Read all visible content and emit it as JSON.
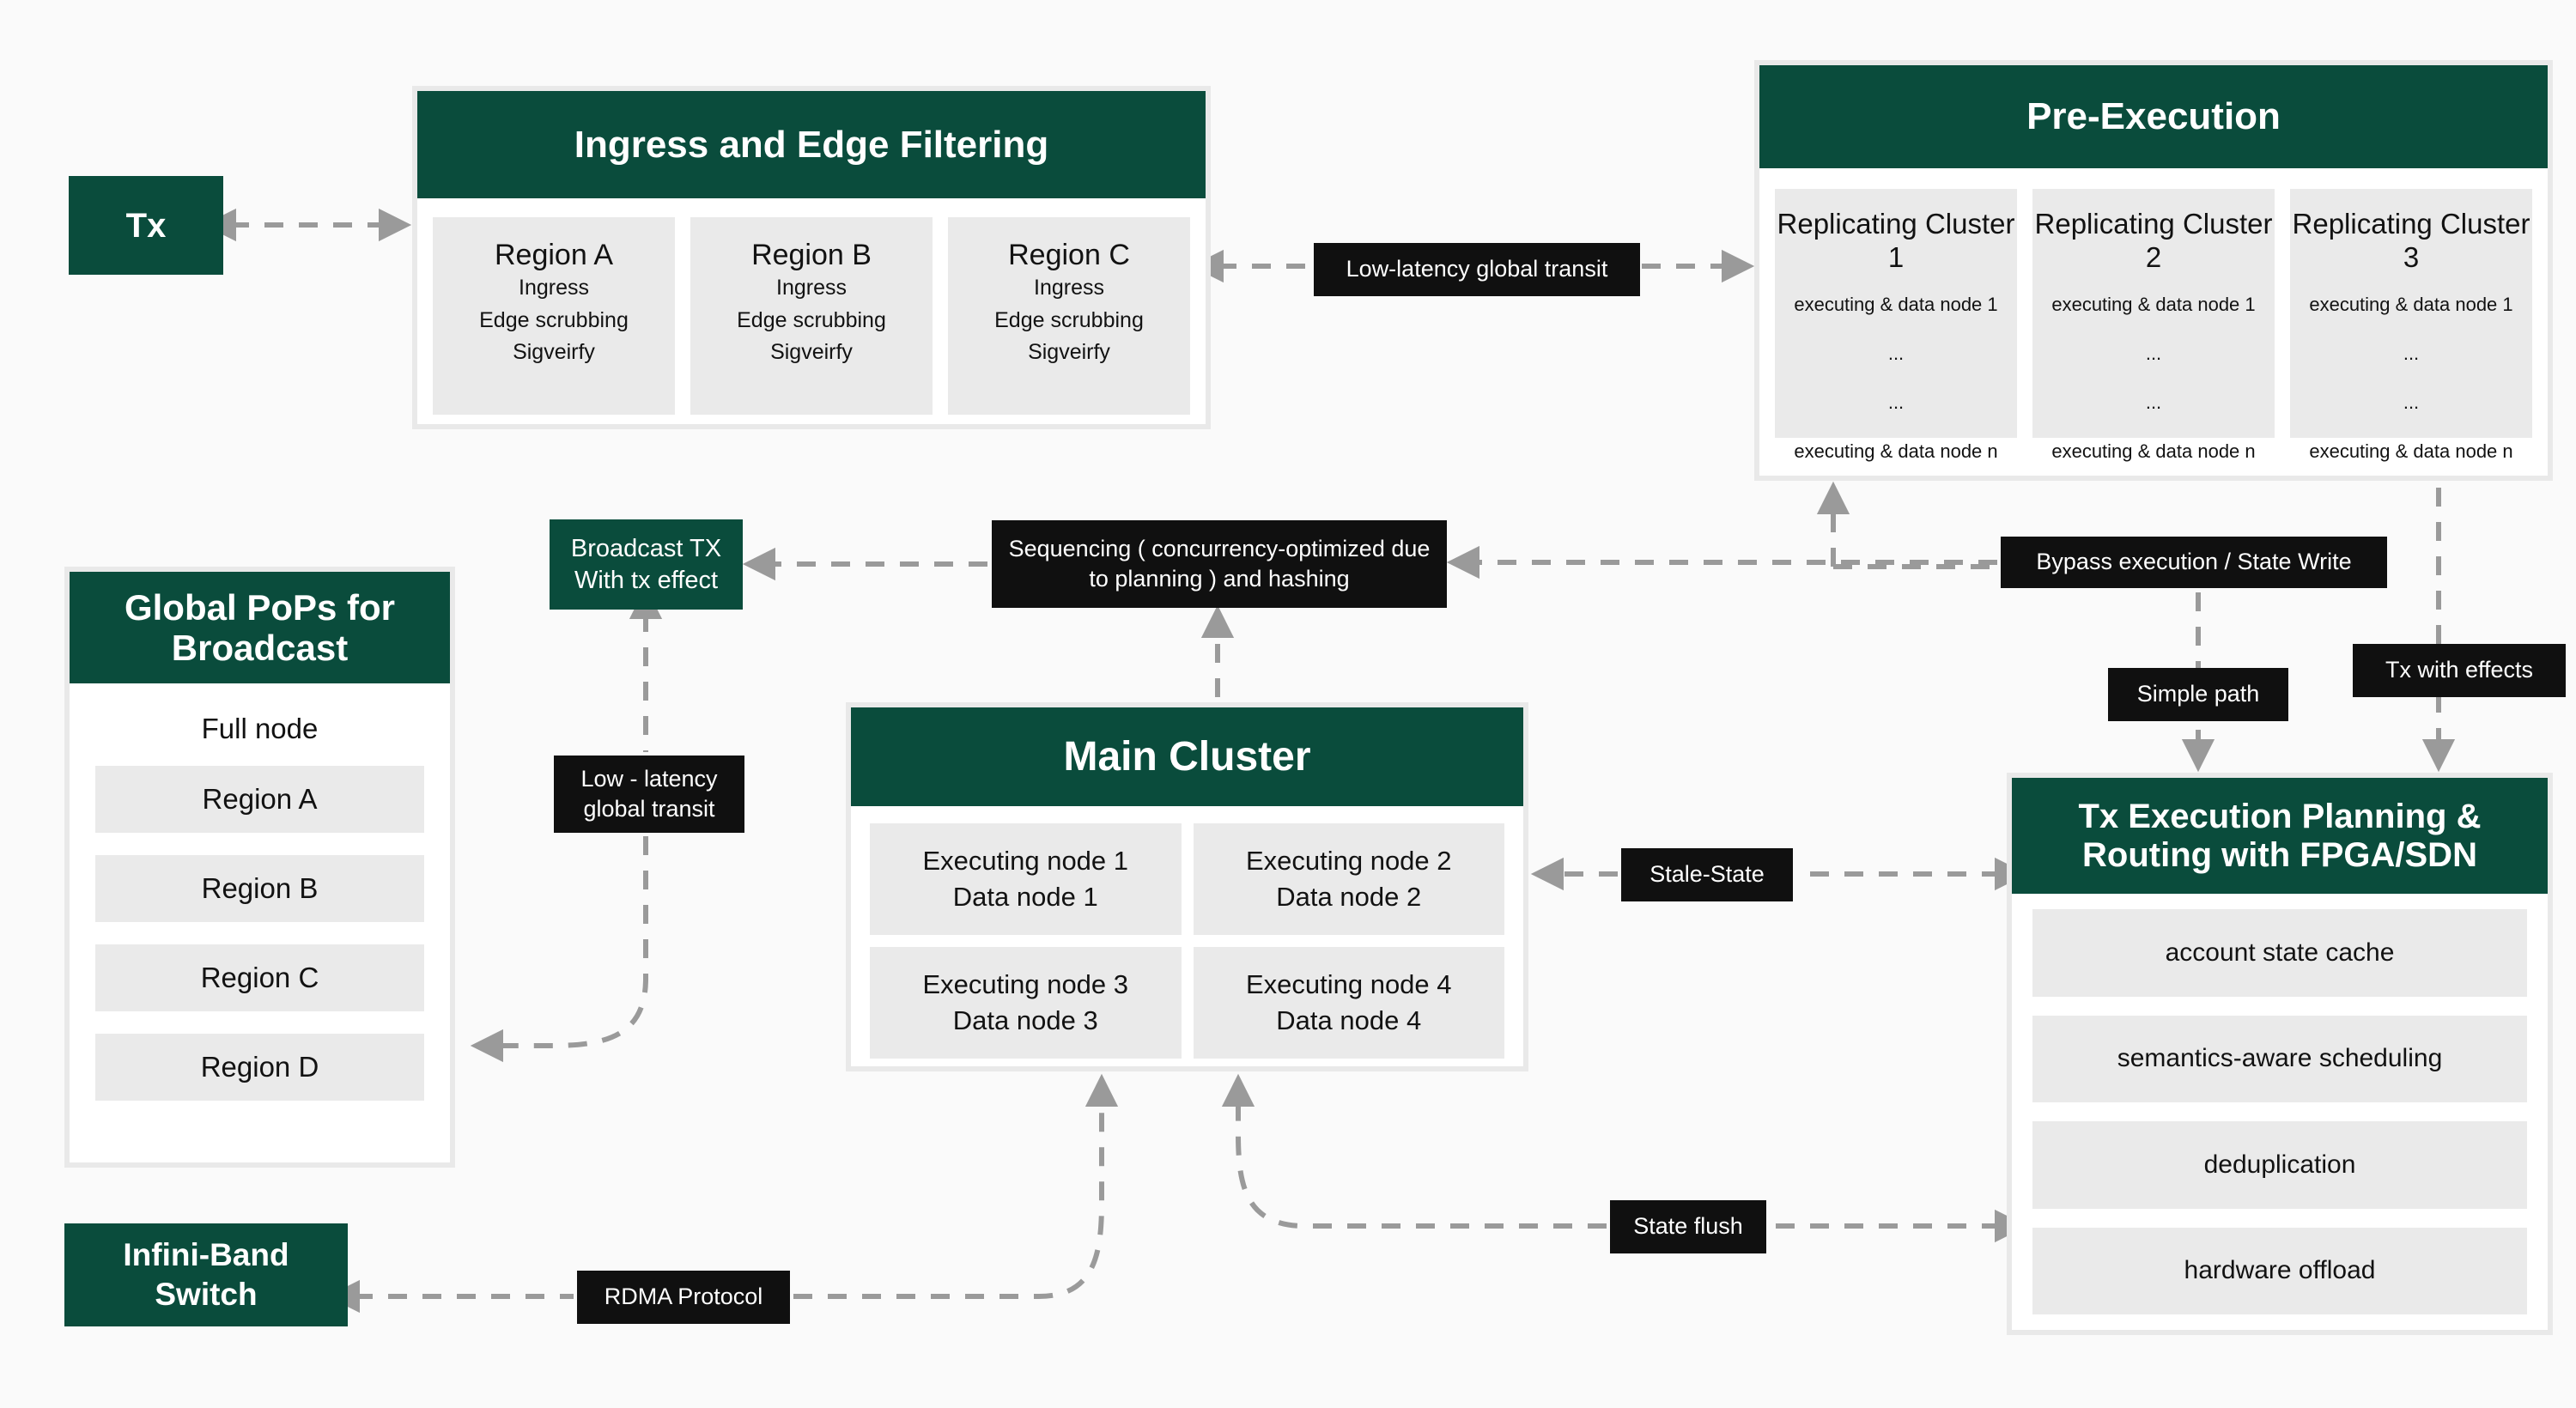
{
  "theme": {
    "green": "#0a4c3c",
    "black": "#101010",
    "grey_cell": "#eaeaea",
    "panel_border": "#e9e9e9",
    "wire": "#9a9a9a",
    "background": "#fafafa"
  },
  "tx_source": {
    "label": "Tx"
  },
  "ingress": {
    "title": "Ingress and Edge Filtering",
    "regions": [
      {
        "title": "Region A",
        "lines": [
          "Ingress",
          "Edge scrubbing",
          "Sigveirfy"
        ]
      },
      {
        "title": "Region B",
        "lines": [
          "Ingress",
          "Edge scrubbing",
          "Sigveirfy"
        ]
      },
      {
        "title": "Region C",
        "lines": [
          "Ingress",
          "Edge scrubbing",
          "Sigveirfy"
        ]
      }
    ]
  },
  "pre_execution": {
    "title": "Pre-Execution",
    "clusters": [
      {
        "title": "Replicating Cluster 1",
        "nodes": [
          "executing & data node 1",
          "...",
          "...",
          "executing & data node n"
        ]
      },
      {
        "title": "Replicating Cluster 2",
        "nodes": [
          "executing & data node 1",
          "...",
          "...",
          "executing & data node n"
        ]
      },
      {
        "title": "Replicating Cluster 3",
        "nodes": [
          "executing & data node 1",
          "...",
          "...",
          "executing & data node n"
        ]
      }
    ]
  },
  "global_pops": {
    "title": "Global PoPs for Broadcast",
    "full_node_label": "Full node",
    "regions": [
      "Region A",
      "Region B",
      "Region C",
      "Region D"
    ]
  },
  "main_cluster": {
    "title": "Main Cluster",
    "nodes": [
      "Executing node 1\nData node 1",
      "Executing node 2\nData node 2",
      "Executing node 3\nData node 3",
      "Executing node 4\nData node 4"
    ]
  },
  "tx_planning": {
    "title": "Tx Execution Planning & Routing with FPGA/SDN",
    "features": [
      "account state cache",
      "semantics-aware scheduling",
      "deduplication",
      "hardware offload"
    ]
  },
  "broadcast_tx": {
    "label": "Broadcast TX\nWith tx effect"
  },
  "infiniband": {
    "label": "Infini-Band\nSwitch"
  },
  "edge_labels": {
    "low_latency_top": "Low-latency global transit",
    "sequencing": "Sequencing ( concurrency-optimized due to planning ) and hashing",
    "low_latency_left": "Low - latency\nglobal transit",
    "bypass": "Bypass execution / State Write",
    "simple_path": "Simple path",
    "tx_with_effects": "Tx with effects",
    "stale_state": "Stale-State",
    "state_flush": "State flush",
    "rdma": "RDMA Protocol"
  }
}
